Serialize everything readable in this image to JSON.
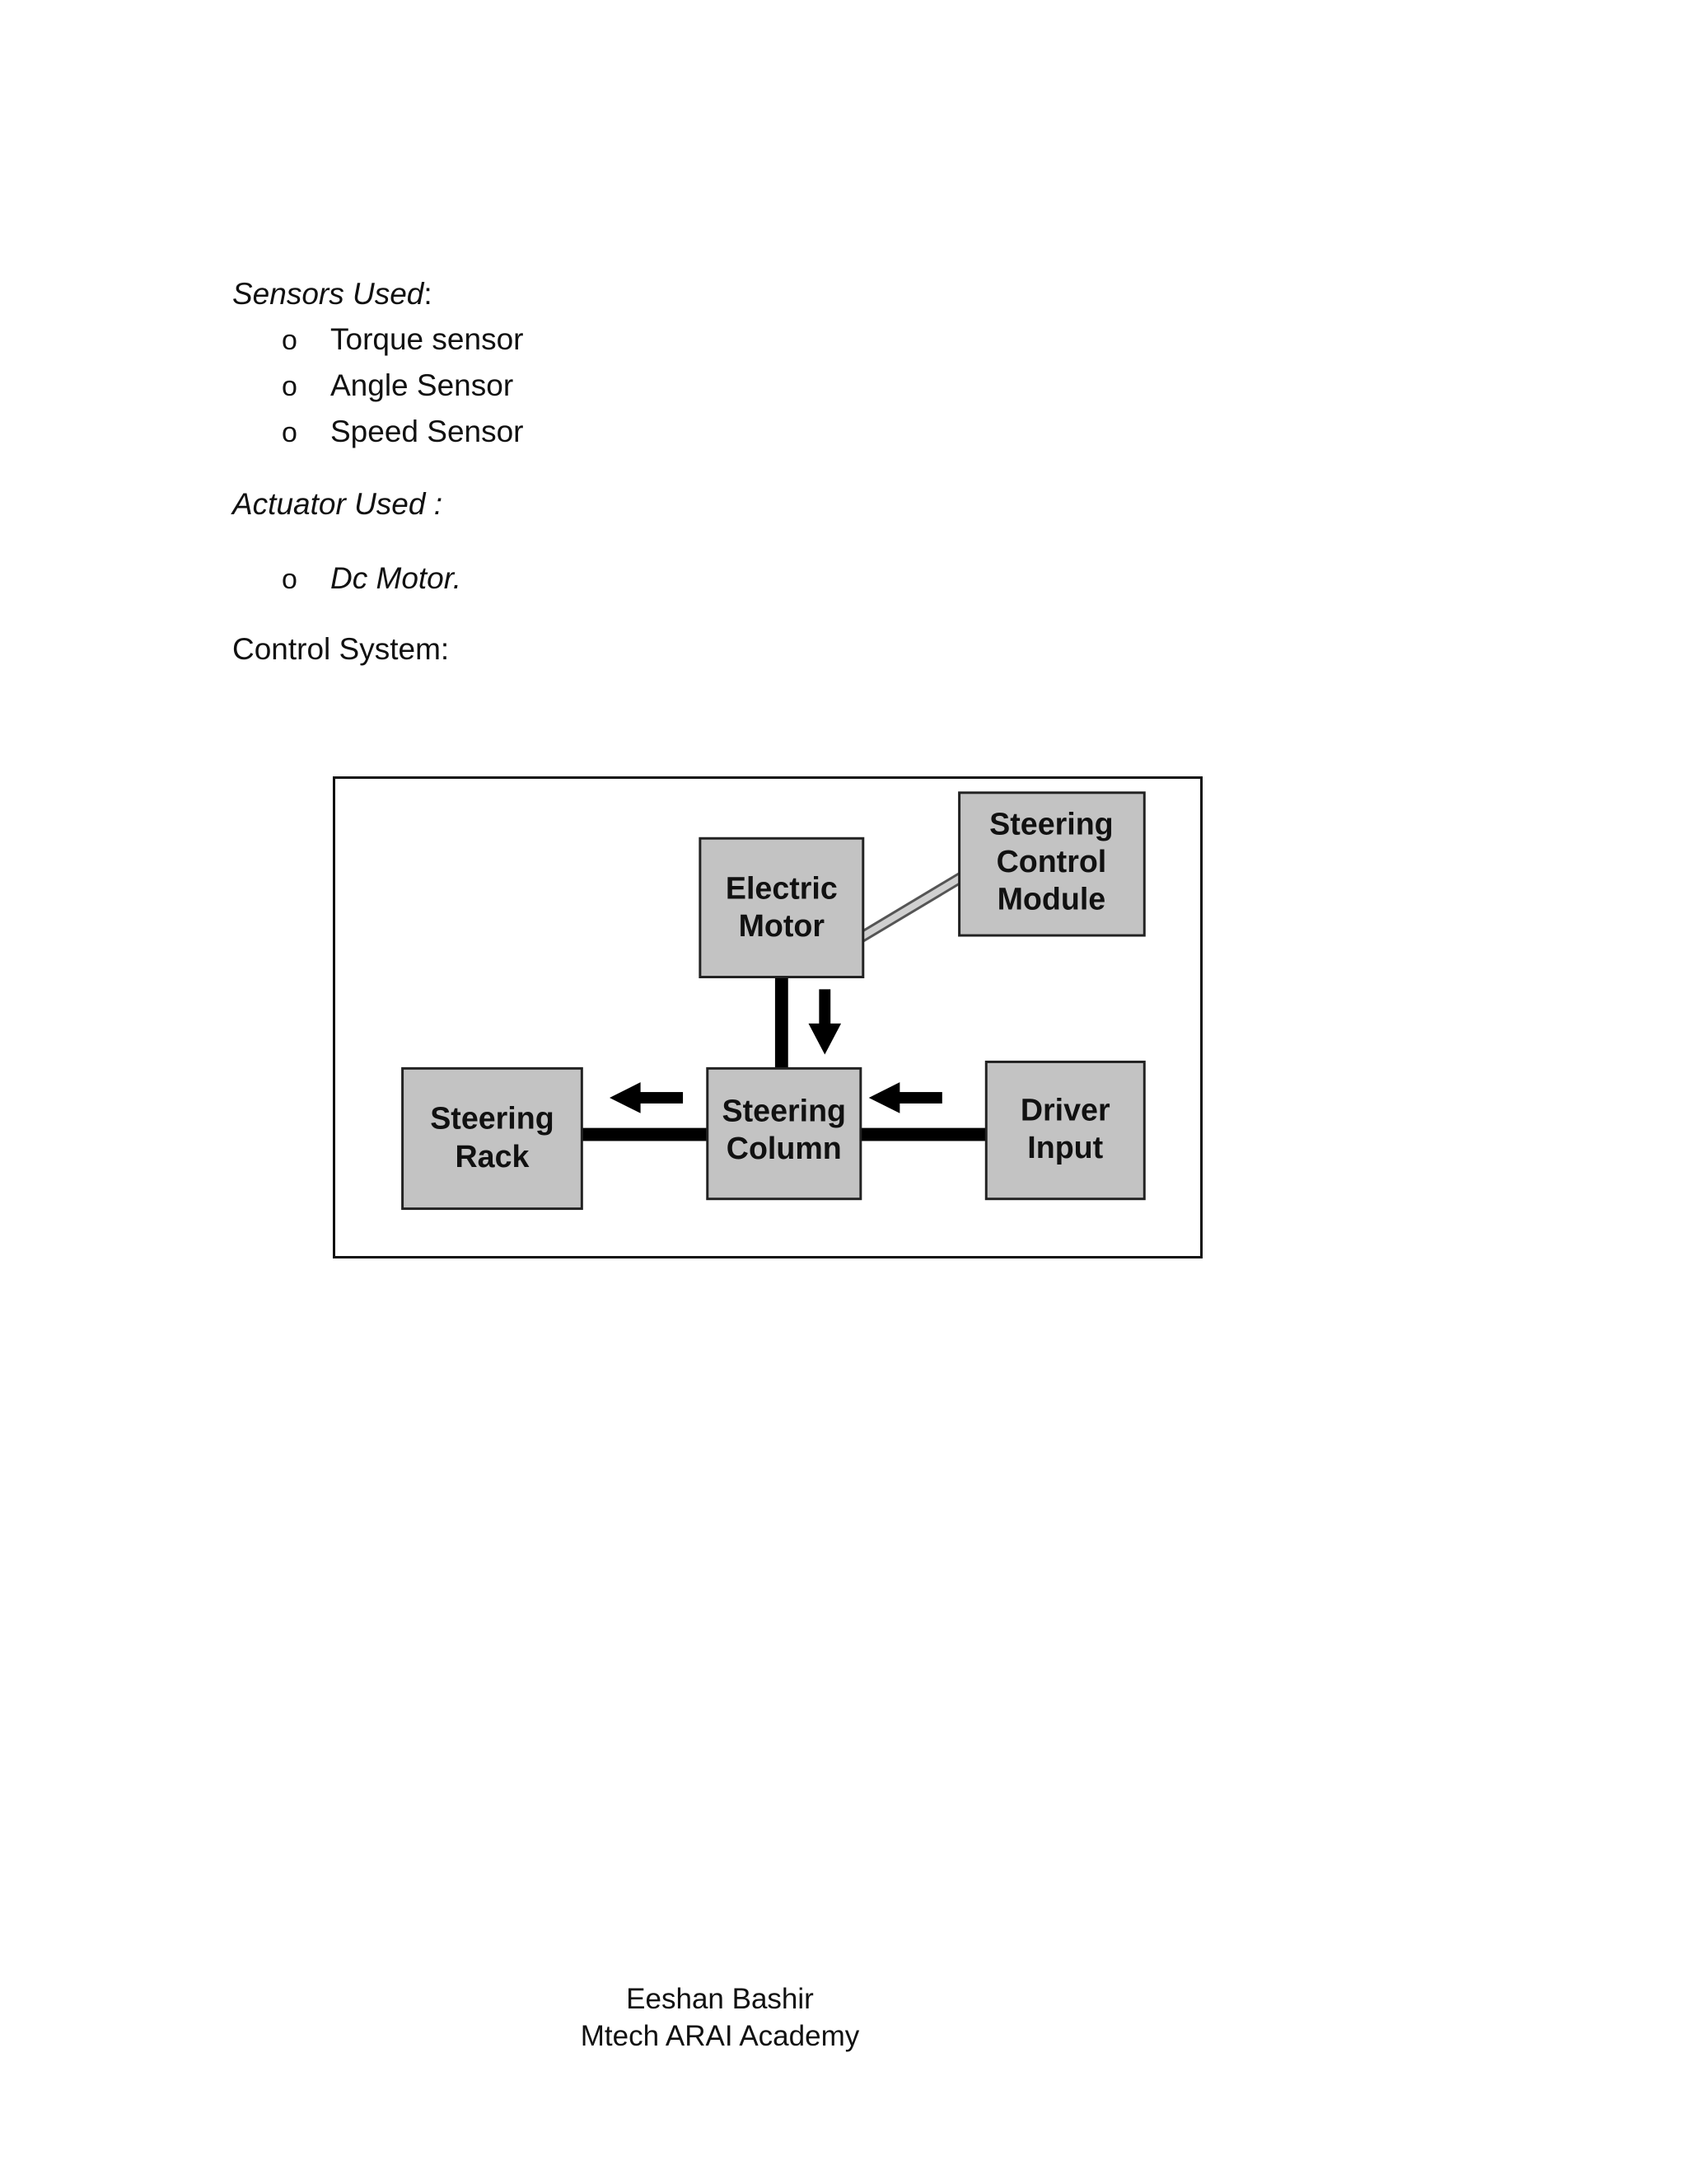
{
  "sensors": {
    "heading": "Sensors Used",
    "heading_suffix": ":",
    "bullet_glyph": "o",
    "items": [
      "Torque sensor",
      "Angle Sensor",
      "Speed Sensor"
    ]
  },
  "actuator": {
    "heading": "Actuator Used :",
    "items": [
      "Dc Motor."
    ]
  },
  "control": {
    "heading": "Control System:"
  },
  "diagram": {
    "electric_motor": [
      "Electric",
      "Motor"
    ],
    "steering_control_module": [
      "Steering",
      "Control",
      "Module"
    ],
    "steering_rack": [
      "Steering",
      "Rack"
    ],
    "steering_column": [
      "Steering",
      "Column"
    ],
    "driver_input": [
      "Driver",
      "Input"
    ]
  },
  "footer": {
    "author": "Eeshan Bashir",
    "affiliation": "Mtech ARAI Academy"
  }
}
